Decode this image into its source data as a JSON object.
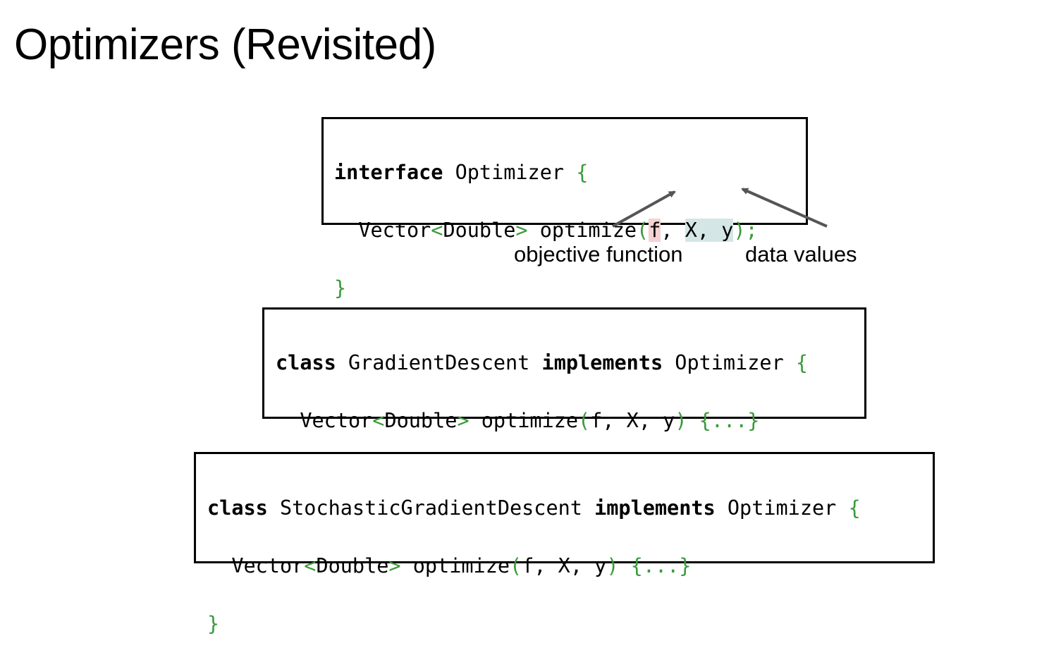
{
  "title": "Optimizers (Revisited)",
  "interface_block": {
    "kw_interface": "interface",
    "name": "Optimizer",
    "open_brace": "{",
    "indent": "  ",
    "ret_type": "Vector",
    "lt": "<",
    "type_param": "Double",
    "gt": ">",
    "method": "optimize",
    "lparen": "(",
    "param_f": "f",
    "sep1": ", ",
    "param_xy": "X, y",
    "rparen": ")",
    "semicolon": ";",
    "close_brace": "}"
  },
  "annotations": {
    "objective": "objective function",
    "data": "data values"
  },
  "gd_block": {
    "kw_class": "class",
    "name": "GradientDescent",
    "kw_implements": "implements",
    "iface": "Optimizer",
    "open_brace": "{",
    "indent": "  ",
    "ret_type": "Vector",
    "lt": "<",
    "type_param": "Double",
    "gt": ">",
    "method": "optimize",
    "lparen": "(",
    "params": "f, X, y",
    "rparen": ")",
    "body": "{...}",
    "close_brace": "}"
  },
  "sgd_block": {
    "kw_class": "class",
    "name": "StochasticGradientDescent",
    "kw_implements": "implements",
    "iface": "Optimizer",
    "open_brace": "{",
    "indent": "  ",
    "ret_type": "Vector",
    "lt": "<",
    "type_param": "Double",
    "gt": ">",
    "method": "optimize",
    "lparen": "(",
    "params": "f, X, y",
    "rparen": ")",
    "body": "{...}",
    "close_brace": "}"
  },
  "colors": {
    "syntax_green": "#3a9a3a",
    "highlight_objective": "#f6d2d2",
    "highlight_data": "#d4e6e6",
    "arrow": "#555555"
  }
}
